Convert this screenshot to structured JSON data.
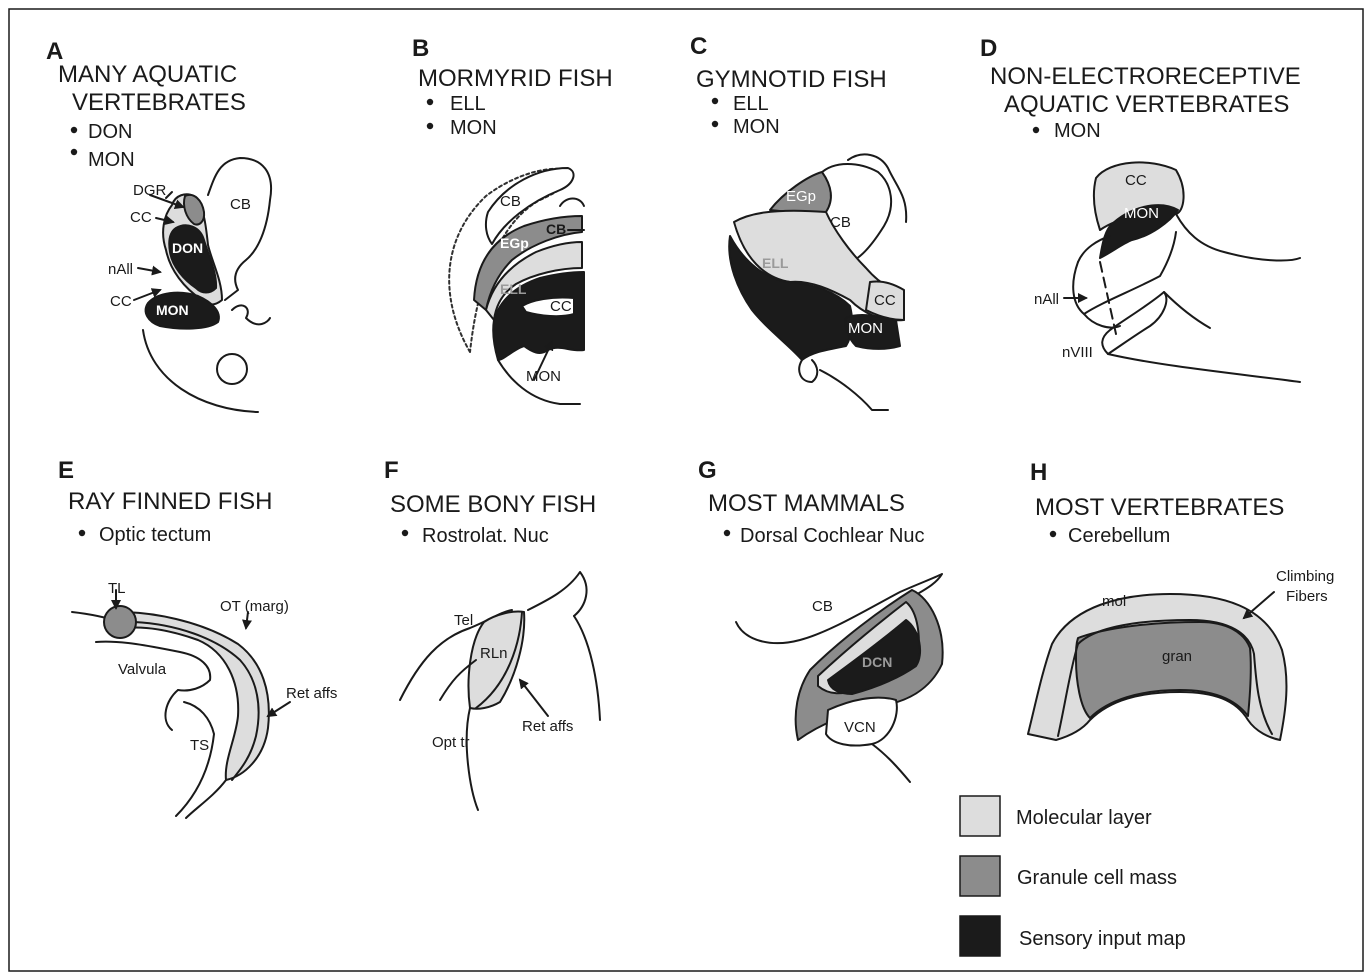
{
  "colors": {
    "molecular": "#dddddd",
    "granule": "#8c8c8c",
    "sensory": "#1b1b1b",
    "line": "#1a1a1a"
  },
  "panels": {
    "a": {
      "letter": "A",
      "title_1": "MANY AQUATIC",
      "title_2": "VERTEBRATES",
      "bullets": [
        "DON",
        "MON"
      ],
      "labels": {
        "dgr": "DGR",
        "cb": "CB",
        "cc_top": "CC",
        "don": "DON",
        "nall": "nAll",
        "cc_bottom": "CC",
        "mon": "MON"
      }
    },
    "b": {
      "letter": "B",
      "title": "MORMYRID FISH",
      "bullets": [
        "ELL",
        "MON"
      ],
      "labels": {
        "cb": "CB",
        "cb_bold": "CB",
        "egp": "EGp",
        "ell": "ELL",
        "cc": "CC",
        "mon": "MON"
      }
    },
    "c": {
      "letter": "C",
      "title": "GYMNOTID  FISH",
      "bullets": [
        "ELL",
        "MON"
      ],
      "labels": {
        "egp": "EGp",
        "cb": "CB",
        "ell": "ELL",
        "cc": "CC",
        "mon": "MON"
      }
    },
    "d": {
      "letter": "D",
      "title_1": "NON-ELECTRORECEPTIVE",
      "title_2": "AQUATIC VERTEBRATES",
      "bullets": [
        "MON"
      ],
      "labels": {
        "cc": "CC",
        "mon": "MON",
        "nall": "nAll",
        "nviii": "nVIII"
      }
    },
    "e": {
      "letter": "E",
      "title": "RAY FINNED FISH",
      "bullets": [
        "Optic tectum"
      ],
      "labels": {
        "tl": "TL",
        "ot": "OT (marg)",
        "valvula": "Valvula",
        "ret": "Ret  affs",
        "ts": "TS"
      }
    },
    "f": {
      "letter": "F",
      "title": "SOME  BONY FISH",
      "bullets": [
        "Rostrolat. Nuc"
      ],
      "labels": {
        "tel": "Tel",
        "rln": "RLn",
        "ret": "Ret affs",
        "opt": "Opt tr"
      }
    },
    "g": {
      "letter": "G",
      "title": "MOST MAMMALS",
      "bullets": [
        "Dorsal Cochlear Nuc"
      ],
      "labels": {
        "cb": "CB",
        "dcn": "DCN",
        "vcn": "VCN"
      }
    },
    "h": {
      "letter": "H",
      "title": "MOST  VERTEBRATES",
      "bullets": [
        "Cerebellum"
      ],
      "labels": {
        "climbing_1": "Climbing",
        "climbing_2": "Fibers",
        "mol": "mol",
        "gran": "gran"
      }
    }
  },
  "legend": [
    {
      "label": "Molecular layer",
      "color": "#dddddd"
    },
    {
      "label": "Granule cell mass",
      "color": "#8c8c8c"
    },
    {
      "label": "Sensory input map",
      "color": "#1b1b1b"
    }
  ]
}
